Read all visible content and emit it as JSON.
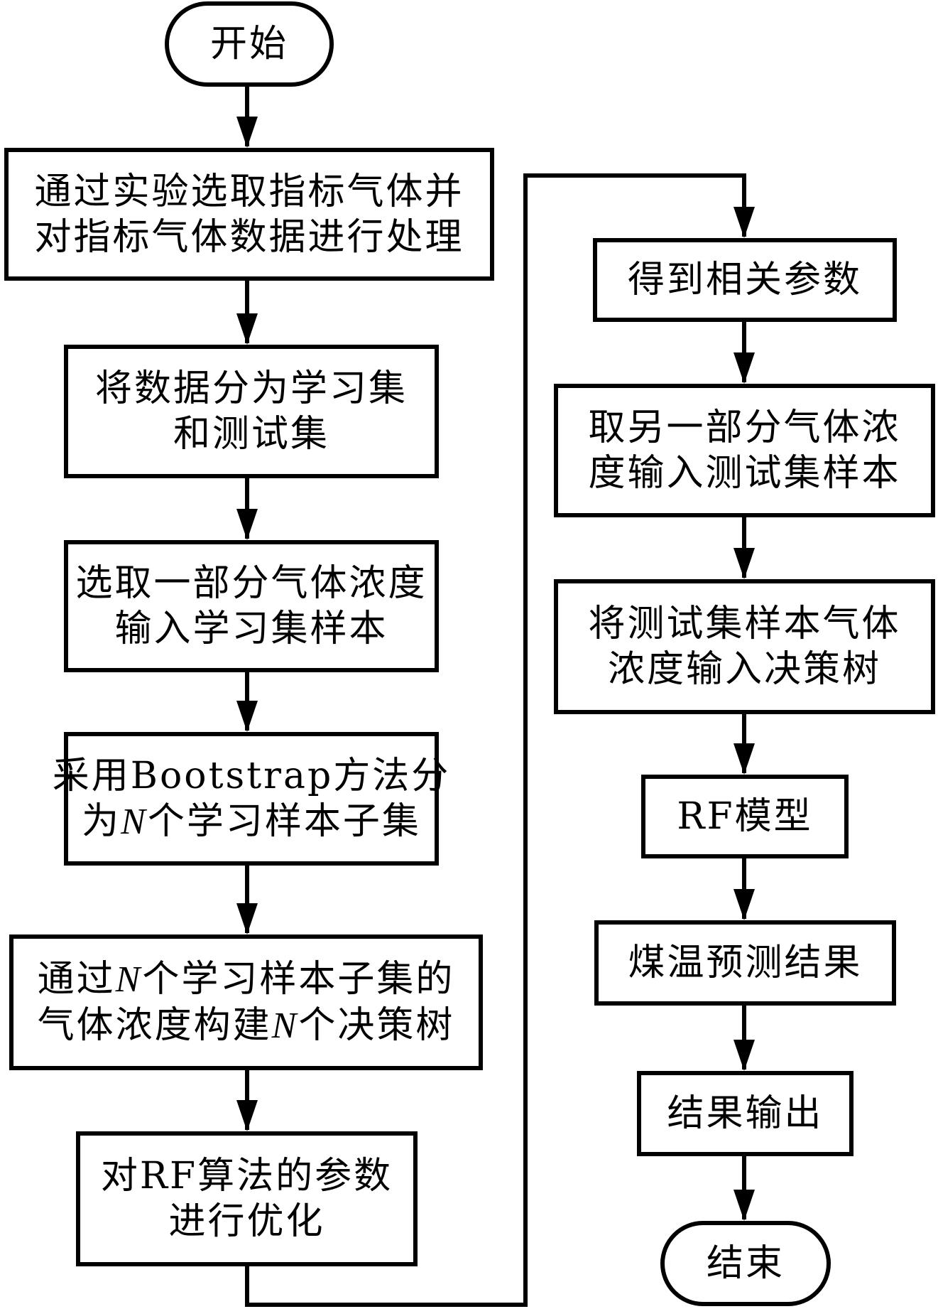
{
  "diagram": {
    "type": "flowchart",
    "nodes": [
      {
        "id": "start",
        "kind": "terminator",
        "lines": [
          "开始"
        ]
      },
      {
        "id": "select-gas",
        "kind": "process",
        "lines": [
          "通过实验选取指标气体并",
          "对指标气体数据进行处理"
        ]
      },
      {
        "id": "split-data",
        "kind": "process",
        "lines": [
          "将数据分为学习集",
          "和测试集"
        ]
      },
      {
        "id": "input-learning",
        "kind": "process",
        "lines": [
          "选取一部分气体浓度",
          "输入学习集样本"
        ]
      },
      {
        "id": "bootstrap",
        "kind": "process",
        "lines": [
          "采用Bootstrap方法分",
          "为{N}个学习样本子集"
        ]
      },
      {
        "id": "build-trees",
        "kind": "process",
        "lines": [
          "通过{N}个学习样本子集的",
          "气体浓度构建{N}个决策树"
        ]
      },
      {
        "id": "optimize",
        "kind": "process",
        "lines": [
          "对RF算法的参数",
          "进行优化"
        ]
      },
      {
        "id": "get-params",
        "kind": "process",
        "lines": [
          "得到相关参数"
        ]
      },
      {
        "id": "input-test",
        "kind": "process",
        "lines": [
          "取另一部分气体浓",
          "度输入测试集样本"
        ]
      },
      {
        "id": "feed-trees",
        "kind": "process",
        "lines": [
          "将测试集样本气体",
          "浓度输入决策树"
        ]
      },
      {
        "id": "rf-model",
        "kind": "process",
        "lines": [
          "RF模型"
        ]
      },
      {
        "id": "prediction",
        "kind": "process",
        "lines": [
          "煤温预测结果"
        ]
      },
      {
        "id": "output",
        "kind": "process",
        "lines": [
          "结果输出"
        ]
      },
      {
        "id": "end",
        "kind": "terminator",
        "lines": [
          "结束"
        ]
      }
    ],
    "italic_symbol": "N",
    "edges": [
      [
        "start",
        "select-gas"
      ],
      [
        "select-gas",
        "split-data"
      ],
      [
        "split-data",
        "input-learning"
      ],
      [
        "input-learning",
        "bootstrap"
      ],
      [
        "bootstrap",
        "build-trees"
      ],
      [
        "build-trees",
        "optimize"
      ],
      [
        "optimize",
        "get-params"
      ],
      [
        "get-params",
        "input-test"
      ],
      [
        "input-test",
        "feed-trees"
      ],
      [
        "feed-trees",
        "rf-model"
      ],
      [
        "rf-model",
        "prediction"
      ],
      [
        "prediction",
        "output"
      ],
      [
        "output",
        "end"
      ]
    ]
  }
}
